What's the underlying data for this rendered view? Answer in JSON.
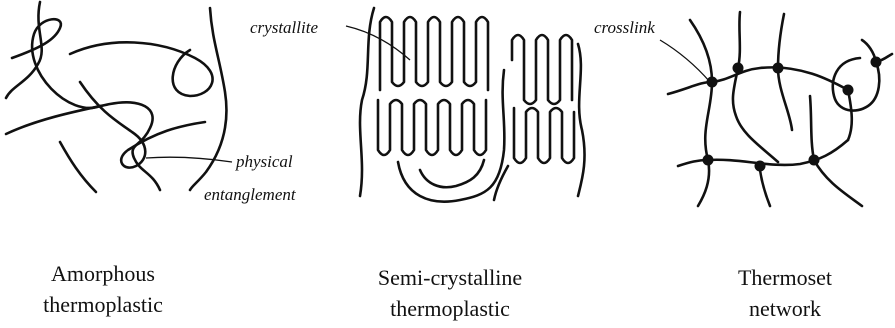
{
  "panels": [
    {
      "caption_line1": "Amorphous",
      "caption_line2": "thermoplastic",
      "annotation_line1": "physical",
      "annotation_line2": "entanglement"
    },
    {
      "caption_line1": "Semi-crystalline",
      "caption_line2": "thermoplastic",
      "annotation": "crystallite"
    },
    {
      "caption_line1": "Thermoset",
      "caption_line2": "network",
      "annotation": "crosslink"
    }
  ]
}
